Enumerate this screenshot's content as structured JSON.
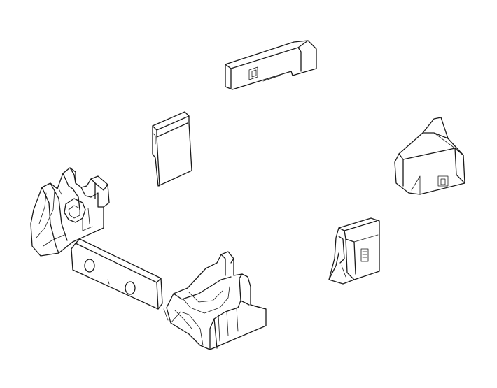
{
  "figure": {
    "background": "#ffffff",
    "line_color": "#1a1a1a",
    "parts": [
      {
        "name": "top-block-part"
      },
      {
        "name": "upright-plate-part"
      },
      {
        "name": "right-wedge-part"
      },
      {
        "name": "left-cradle-part"
      },
      {
        "name": "holed-bar-part"
      },
      {
        "name": "bottom-cradle-part"
      },
      {
        "name": "notched-block-part"
      }
    ]
  }
}
